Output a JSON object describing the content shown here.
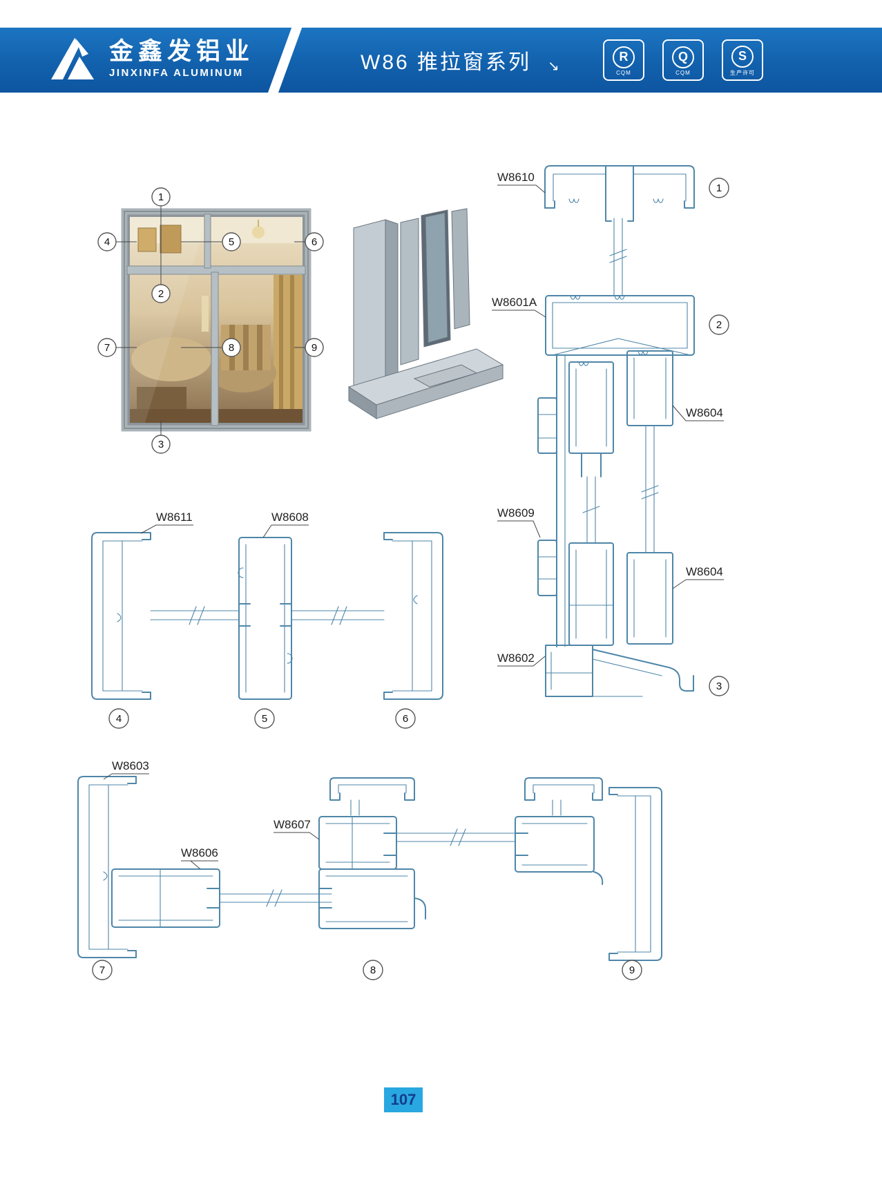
{
  "header": {
    "company_cn": "金鑫发铝业",
    "company_en": "JINXINFA ALUMINUM",
    "series_title": "W86 推拉窗系列",
    "arrow": "↘",
    "badges": [
      {
        "symbol": "R",
        "caption": "CQM"
      },
      {
        "symbol": "Q",
        "caption": "CQM"
      },
      {
        "symbol": "S",
        "caption": "生产许可"
      }
    ]
  },
  "figures": {
    "window_callouts": [
      "1",
      "2",
      "3",
      "4",
      "5",
      "6",
      "7",
      "8",
      "9"
    ],
    "vertical_section": {
      "labels": [
        "W8610",
        "W8601A",
        "W8604",
        "W8609",
        "W8604",
        "W8602"
      ],
      "callouts": [
        "1",
        "2",
        "3"
      ]
    },
    "horizontal_section_mid": {
      "labels": [
        "W8611",
        "W8608"
      ],
      "callouts": [
        "4",
        "5",
        "6"
      ]
    },
    "horizontal_section_bottom": {
      "labels": [
        "W8603",
        "W8606",
        "W8607"
      ],
      "callouts": [
        "7",
        "8",
        "9"
      ]
    }
  },
  "footer": {
    "page_number": "107"
  },
  "colors": {
    "header_blue": "#1261ad",
    "drawing_line": "#4e86a8",
    "page_box": "#29a7e0",
    "page_box_text": "#143c8c"
  }
}
